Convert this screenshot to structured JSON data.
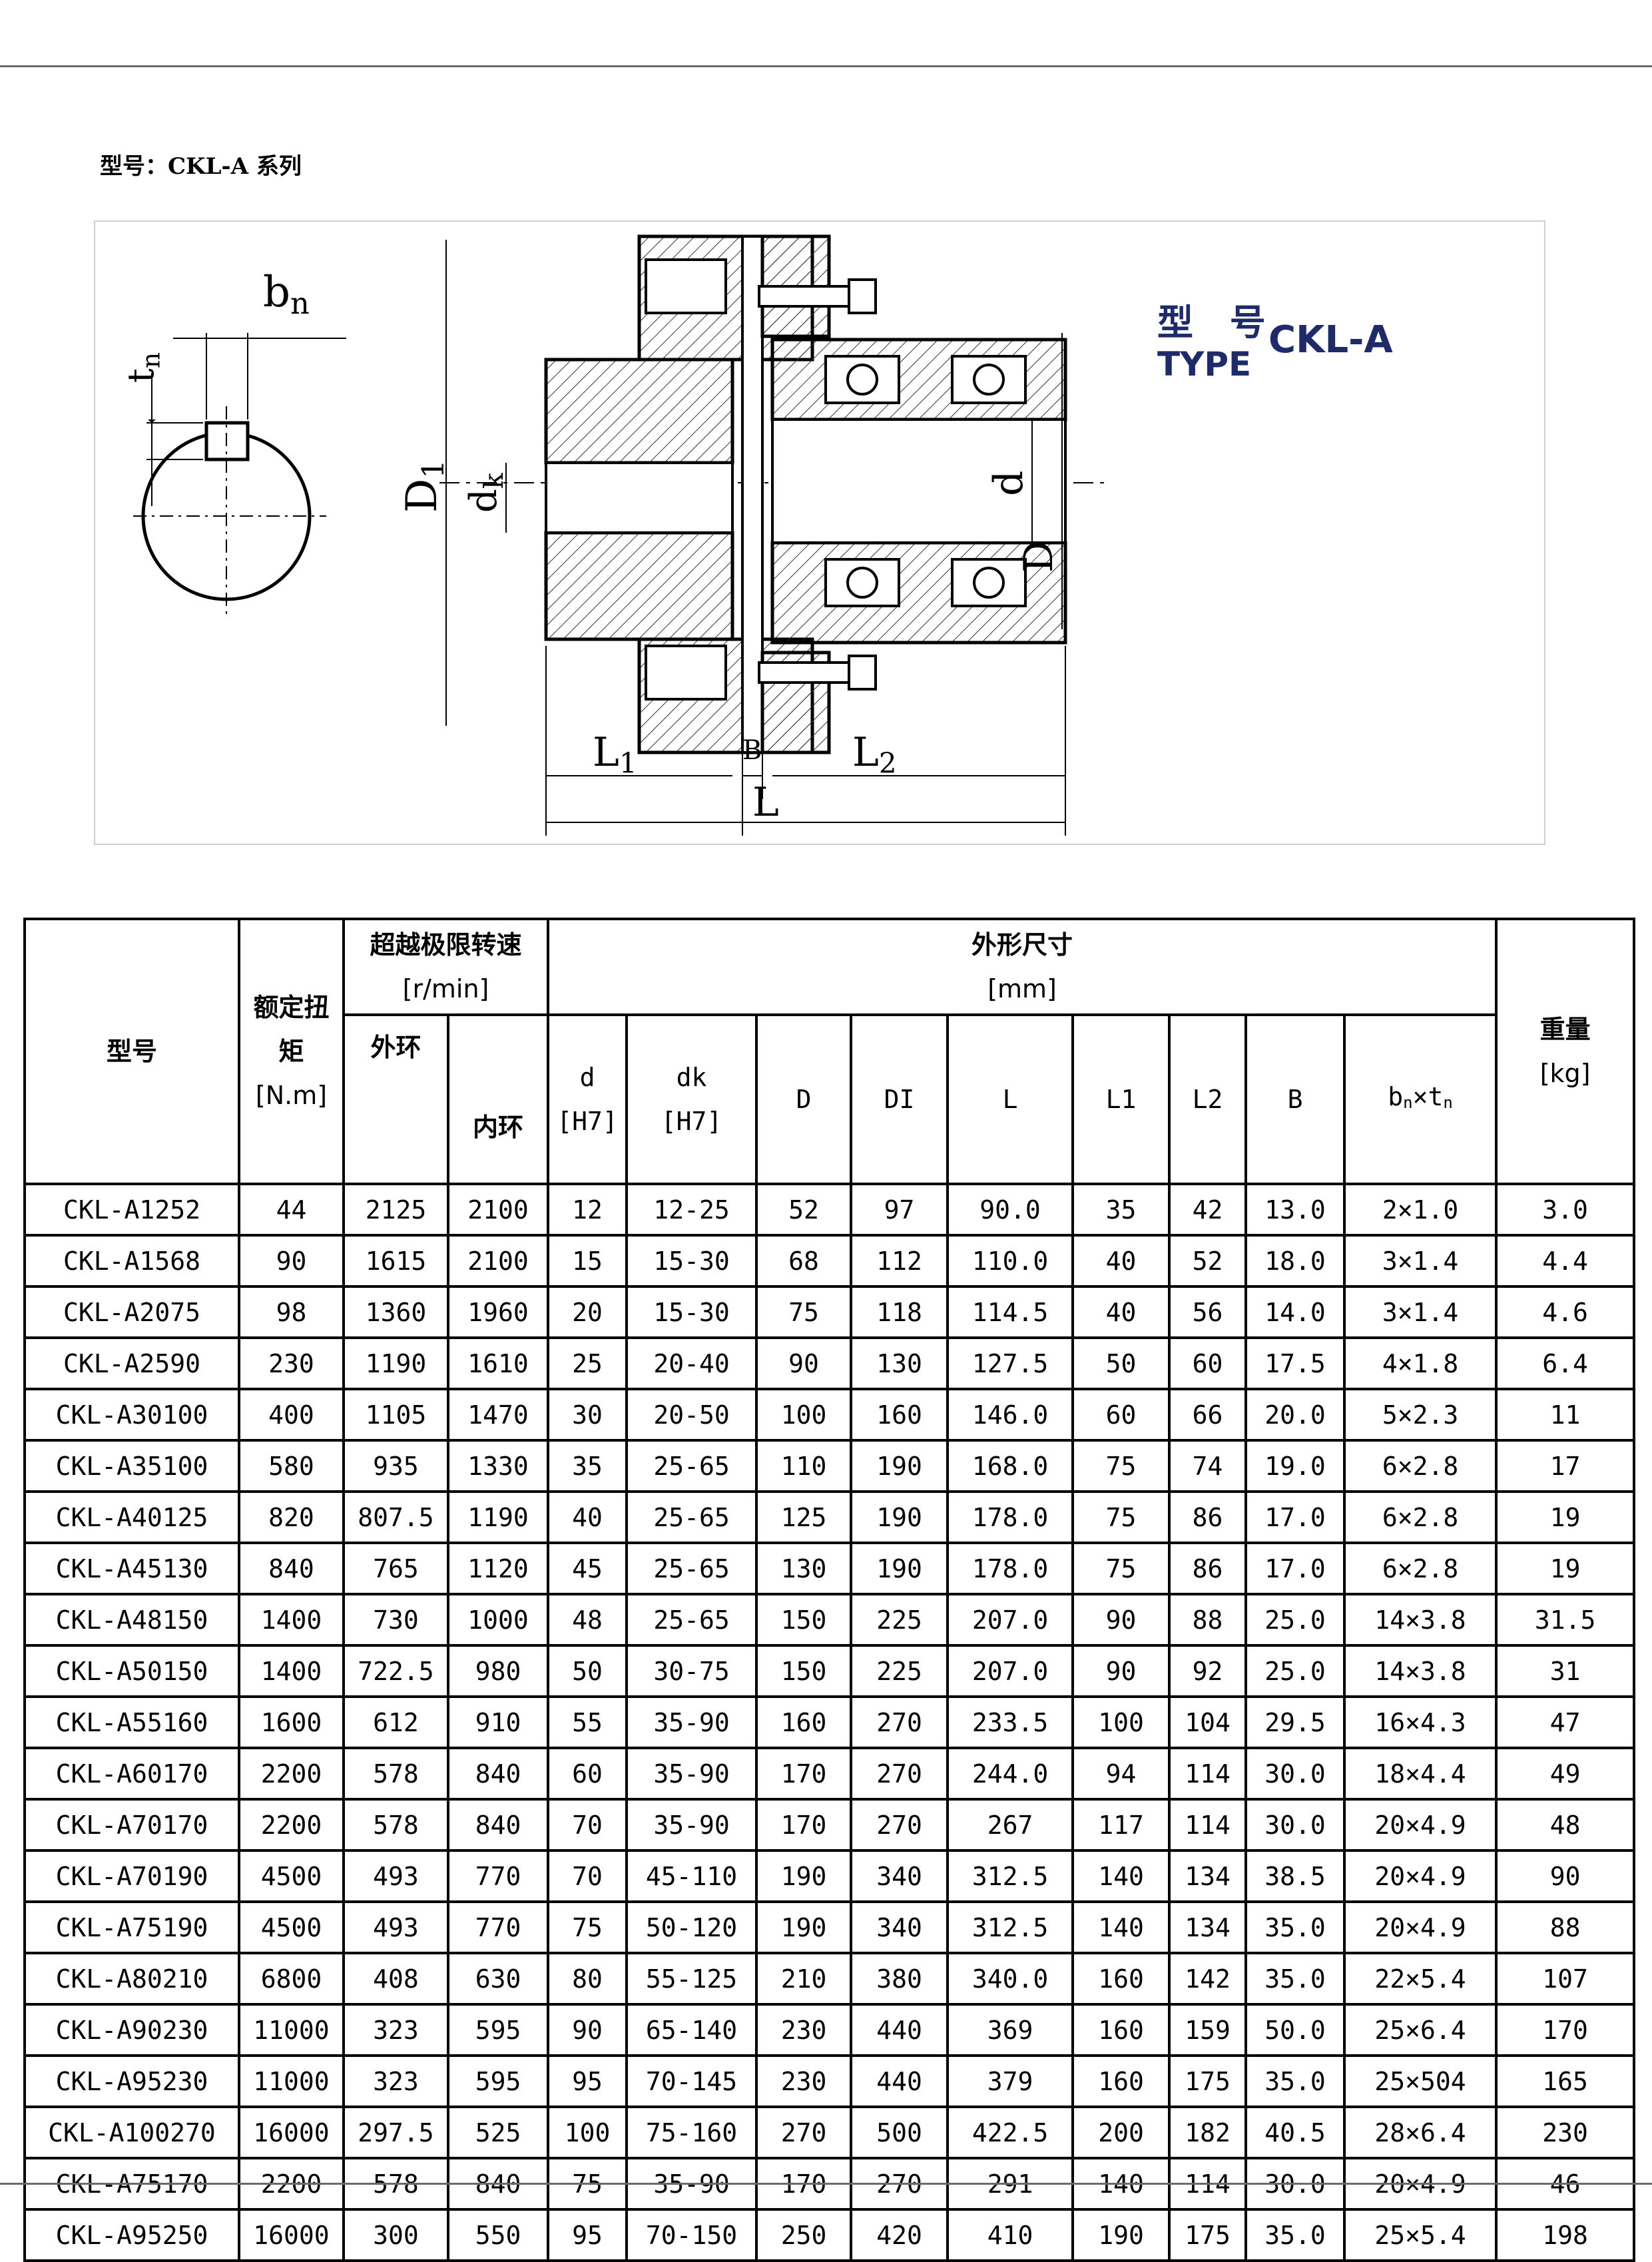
{
  "heading": "型号：CKL-A 系列",
  "drawing": {
    "type_zh": "型 号",
    "type_en": "TYPE",
    "type_model": "CKL-A",
    "labels": {
      "bn": "bn",
      "tn": "tn",
      "D1": "D1",
      "dk": "dk",
      "d": "d",
      "D": "D",
      "L1": "L1",
      "B": "B",
      "L2": "L2",
      "L": "L"
    }
  },
  "table": {
    "header": {
      "model": "型号",
      "torque_1": "额定扭",
      "torque_2": "矩",
      "torque_unit": "[N.m]",
      "speed_1": "超越极限转速",
      "speed_unit": "[r/min]",
      "outer": "外环",
      "inner": "内环",
      "dims": "外形尺寸",
      "dims_unit": "[mm]",
      "d": "d",
      "d_fit": "[H7]",
      "dk": "dk",
      "dk_fit": "[H7]",
      "D": "D",
      "DI": "DI",
      "L": "L",
      "L1": "L1",
      "L2": "L2",
      "B": "B",
      "bt_b": "b",
      "bt_n1": "n",
      "bt_x": "×t",
      "bt_n2": "n",
      "weight": "重量",
      "weight_unit": "[kg]"
    },
    "rows": [
      [
        "CKL-A1252",
        "44",
        "2125",
        "2100",
        "12",
        "12-25",
        "52",
        "97",
        "90.0",
        "35",
        "42",
        "13.0",
        "2×1.0",
        "3.0"
      ],
      [
        "CKL-A1568",
        "90",
        "1615",
        "2100",
        "15",
        "15-30",
        "68",
        "112",
        "110.0",
        "40",
        "52",
        "18.0",
        "3×1.4",
        "4.4"
      ],
      [
        "CKL-A2075",
        "98",
        "1360",
        "1960",
        "20",
        "15-30",
        "75",
        "118",
        "114.5",
        "40",
        "56",
        "14.0",
        "3×1.4",
        "4.6"
      ],
      [
        "CKL-A2590",
        "230",
        "1190",
        "1610",
        "25",
        "20-40",
        "90",
        "130",
        "127.5",
        "50",
        "60",
        "17.5",
        "4×1.8",
        "6.4"
      ],
      [
        "CKL-A30100",
        "400",
        "1105",
        "1470",
        "30",
        "20-50",
        "100",
        "160",
        "146.0",
        "60",
        "66",
        "20.0",
        "5×2.3",
        "11"
      ],
      [
        "CKL-A35100",
        "580",
        "935",
        "1330",
        "35",
        "25-65",
        "110",
        "190",
        "168.0",
        "75",
        "74",
        "19.0",
        "6×2.8",
        "17"
      ],
      [
        "CKL-A40125",
        "820",
        "807.5",
        "1190",
        "40",
        "25-65",
        "125",
        "190",
        "178.0",
        "75",
        "86",
        "17.0",
        "6×2.8",
        "19"
      ],
      [
        "CKL-A45130",
        "840",
        "765",
        "1120",
        "45",
        "25-65",
        "130",
        "190",
        "178.0",
        "75",
        "86",
        "17.0",
        "6×2.8",
        "19"
      ],
      [
        "CKL-A48150",
        "1400",
        "730",
        "1000",
        "48",
        "25-65",
        "150",
        "225",
        "207.0",
        "90",
        "88",
        "25.0",
        "14×3.8",
        "31.5"
      ],
      [
        "CKL-A50150",
        "1400",
        "722.5",
        "980",
        "50",
        "30-75",
        "150",
        "225",
        "207.0",
        "90",
        "92",
        "25.0",
        "14×3.8",
        "31"
      ],
      [
        "CKL-A55160",
        "1600",
        "612",
        "910",
        "55",
        "35-90",
        "160",
        "270",
        "233.5",
        "100",
        "104",
        "29.5",
        "16×4.3",
        "47"
      ],
      [
        "CKL-A60170",
        "2200",
        "578",
        "840",
        "60",
        "35-90",
        "170",
        "270",
        "244.0",
        "94",
        "114",
        "30.0",
        "18×4.4",
        "49"
      ],
      [
        "CKL-A70170",
        "2200",
        "578",
        "840",
        "70",
        "35-90",
        "170",
        "270",
        "267",
        "117",
        "114",
        "30.0",
        "20×4.9",
        "48"
      ],
      [
        "CKL-A70190",
        "4500",
        "493",
        "770",
        "70",
        "45-110",
        "190",
        "340",
        "312.5",
        "140",
        "134",
        "38.5",
        "20×4.9",
        "90"
      ],
      [
        "CKL-A75190",
        "4500",
        "493",
        "770",
        "75",
        "50-120",
        "190",
        "340",
        "312.5",
        "140",
        "134",
        "35.0",
        "20×4.9",
        "88"
      ],
      [
        "CKL-A80210",
        "6800",
        "408",
        "630",
        "80",
        "55-125",
        "210",
        "380",
        "340.0",
        "160",
        "142",
        "35.0",
        "22×5.4",
        "107"
      ],
      [
        "CKL-A90230",
        "11000",
        "323",
        "595",
        "90",
        "65-140",
        "230",
        "440",
        "369",
        "160",
        "159",
        "50.0",
        "25×6.4",
        "170"
      ],
      [
        "CKL-A95230",
        "11000",
        "323",
        "595",
        "95",
        "70-145",
        "230",
        "440",
        "379",
        "160",
        "175",
        "35.0",
        "25×504",
        "165"
      ],
      [
        "CKL-A100270",
        "16000",
        "297.5",
        "525",
        "100",
        "75-160",
        "270",
        "500",
        "422.5",
        "200",
        "182",
        "40.5",
        "28×6.4",
        "230"
      ],
      [
        "CKL-A75170",
        "2200",
        "578",
        "840",
        "75",
        "35-90",
        "170",
        "270",
        "291",
        "140",
        "114",
        "30.0",
        "20×4.9",
        "46"
      ],
      [
        "CKL-A95250",
        "16000",
        "300",
        "550",
        "95",
        "70-150",
        "250",
        "420",
        "410",
        "190",
        "175",
        "35.0",
        "25×5.4",
        "198"
      ]
    ]
  }
}
